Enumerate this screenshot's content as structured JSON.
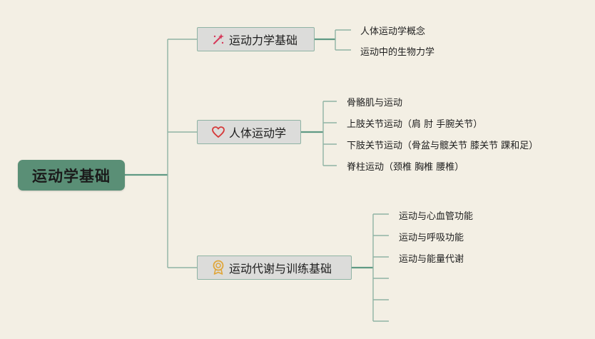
{
  "root": {
    "label": "运动学基础"
  },
  "branches": [
    {
      "label": "运动力学基础",
      "icon": "sparkle-wand-icon",
      "icon_color": "#d63a5a",
      "children": [
        "人体运动学概念",
        "运动中的生物力学"
      ]
    },
    {
      "label": "人体运动学",
      "icon": "heart-outline-icon",
      "icon_color": "#d63a3a",
      "children": [
        "骨骼肌与运动",
        "上肢关节运动（肩 肘 手腕关节）",
        "下肢关节运动（骨盆与髋关节 膝关节 踝和足）",
        "脊柱运动（颈椎 胸椎 腰椎）"
      ]
    },
    {
      "label": "运动代谢与训练基础",
      "icon": "award-badge-icon",
      "icon_color": "#e0a63a",
      "children": [
        "运动与心血管功能",
        "运动与呼吸功能",
        "运动与能量代谢",
        "",
        "",
        ""
      ]
    }
  ]
}
